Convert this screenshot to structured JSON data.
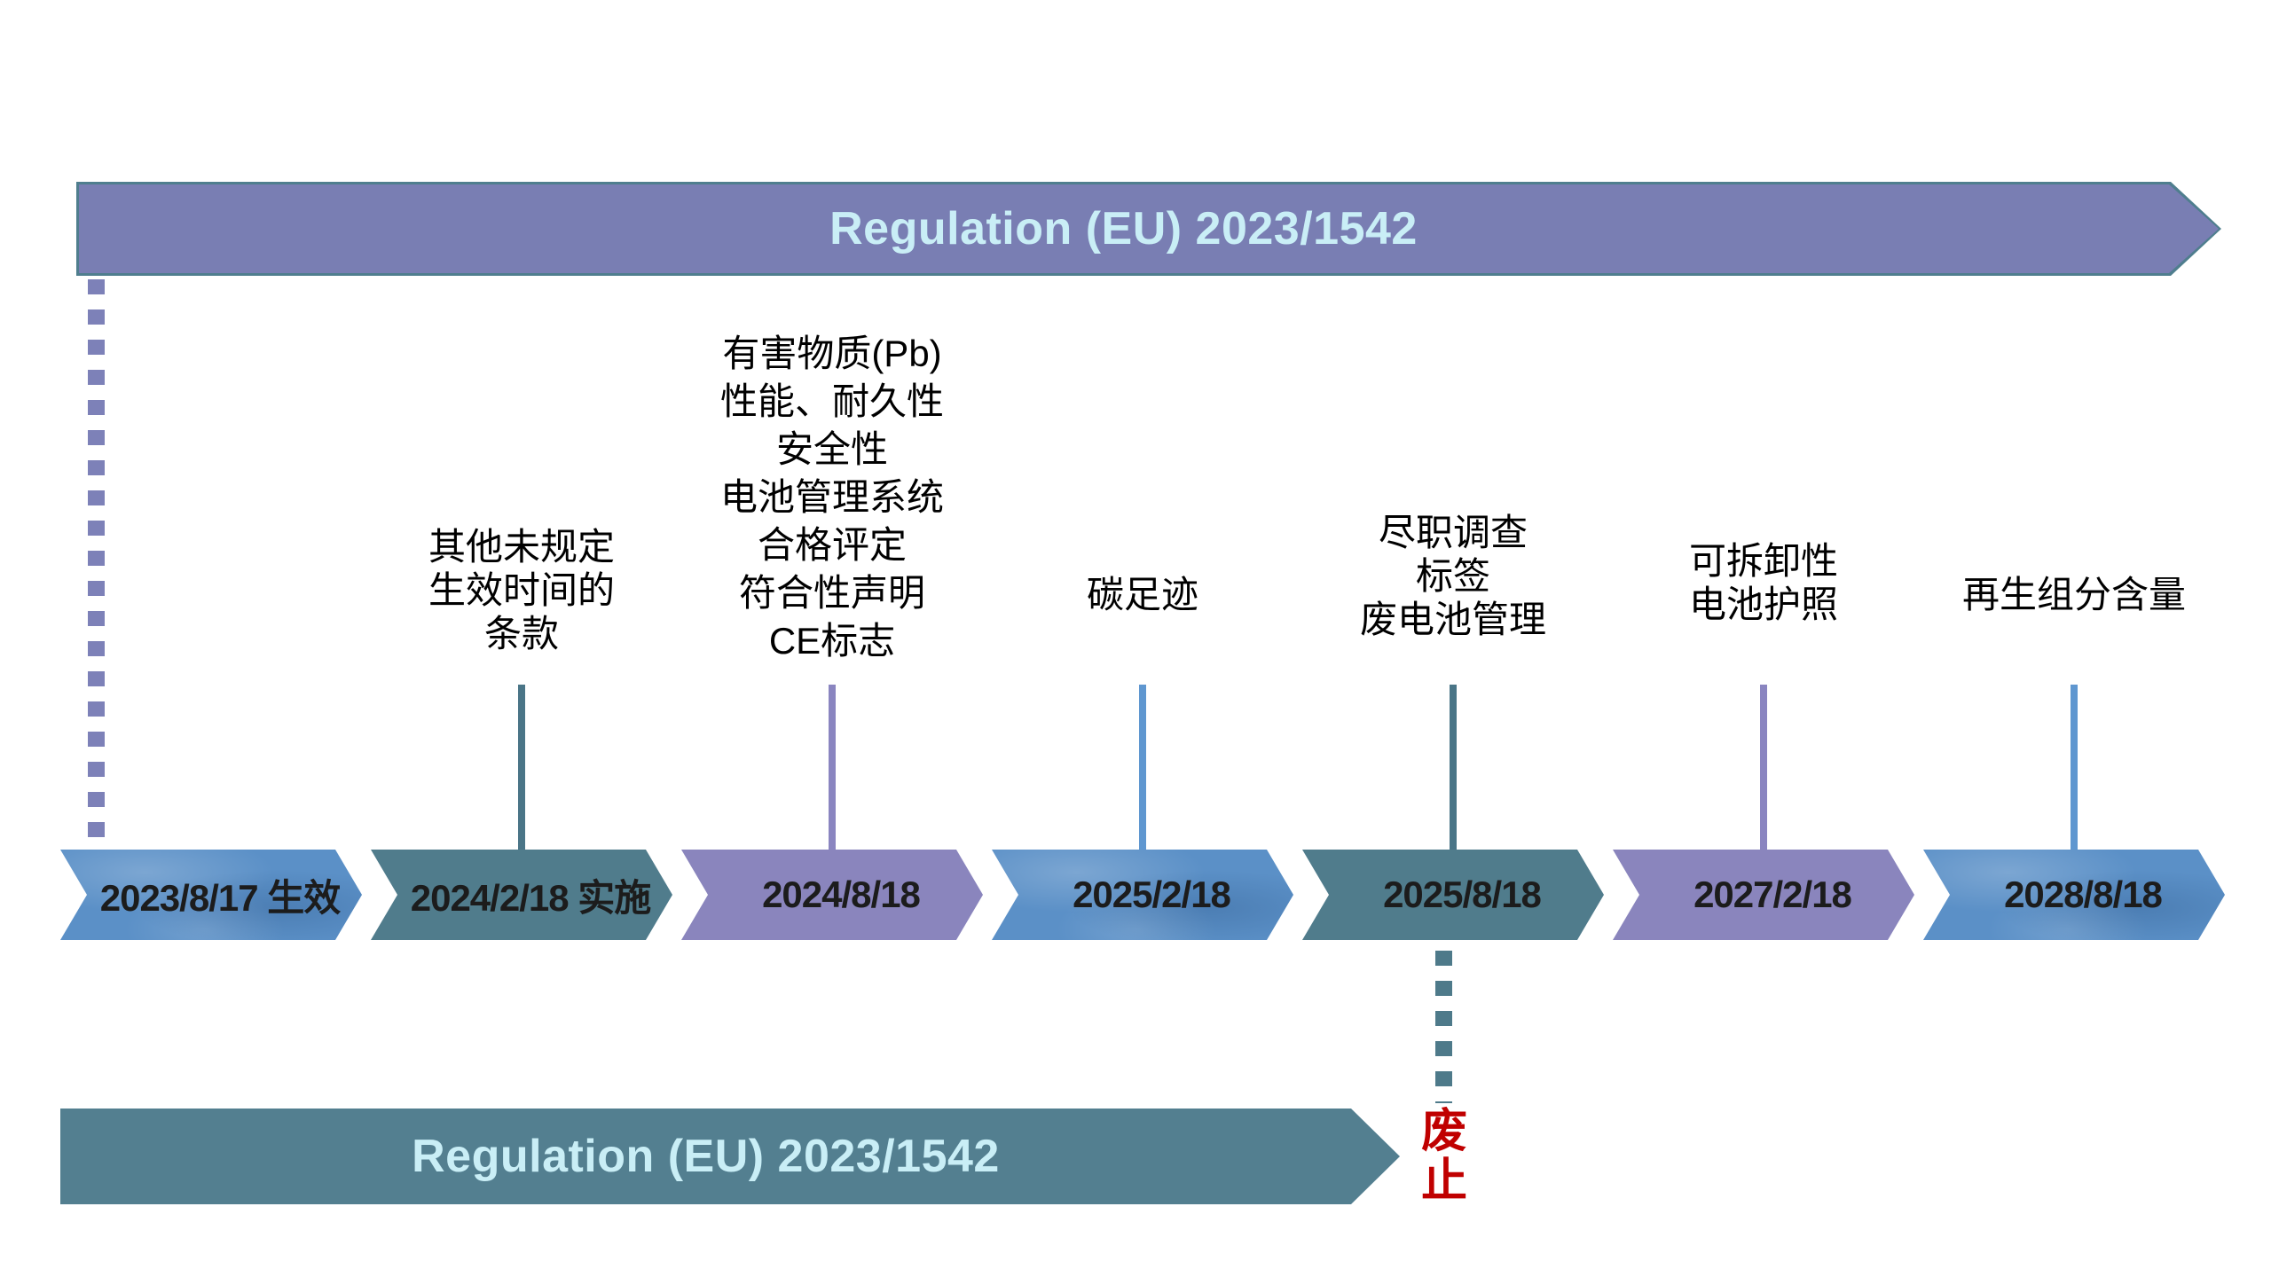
{
  "slide": {
    "top_banner": {
      "label": "Regulation (EU) 2023/1542"
    },
    "bottom_banner": {
      "label": "Regulation (EU) 2023/1542"
    },
    "repeal_label": "废止"
  },
  "timeline": [
    {
      "date": "2023/8/17 生效",
      "color": "#5b90c7",
      "items": []
    },
    {
      "date": "2024/2/18 实施",
      "color": "#507c8c",
      "items": [
        "其他未规定",
        "生效时间的",
        "条款"
      ]
    },
    {
      "date": "2024/8/18",
      "color": "#8a85bd",
      "items": [
        "有害物质(Pb)",
        "性能、耐久性",
        "安全性",
        "电池管理系统",
        "合格评定",
        "符合性声明",
        "CE标志"
      ]
    },
    {
      "date": "2025/2/18",
      "color": "#5b90c7",
      "items": [
        "碳足迹"
      ]
    },
    {
      "date": "2025/8/18",
      "color": "#507c8c",
      "items": [
        "尽职调查",
        "标签",
        "废电池管理"
      ]
    },
    {
      "date": "2027/2/18",
      "color": "#8a85bd",
      "items": [
        "可拆卸性",
        "电池护照"
      ]
    },
    {
      "date": "2028/8/18",
      "color": "#5b90c7",
      "items": [
        "再生组分含量"
      ]
    }
  ],
  "colors": {
    "arrow_blue": "#5b90c7",
    "arrow_teal": "#507c8c",
    "arrow_purple": "#8a85bd",
    "top_banner_fill": "#797eb3",
    "top_banner_border": "#4f7e8e",
    "bottom_banner_fill": "#537f90",
    "banner_text": "#c9eef6",
    "date_text": "#1c1c1c",
    "annotation_text": "#000000",
    "repeal_text": "#c00000",
    "dash_purple": "#7d81b8",
    "dash_teal": "#4e7a8a"
  }
}
